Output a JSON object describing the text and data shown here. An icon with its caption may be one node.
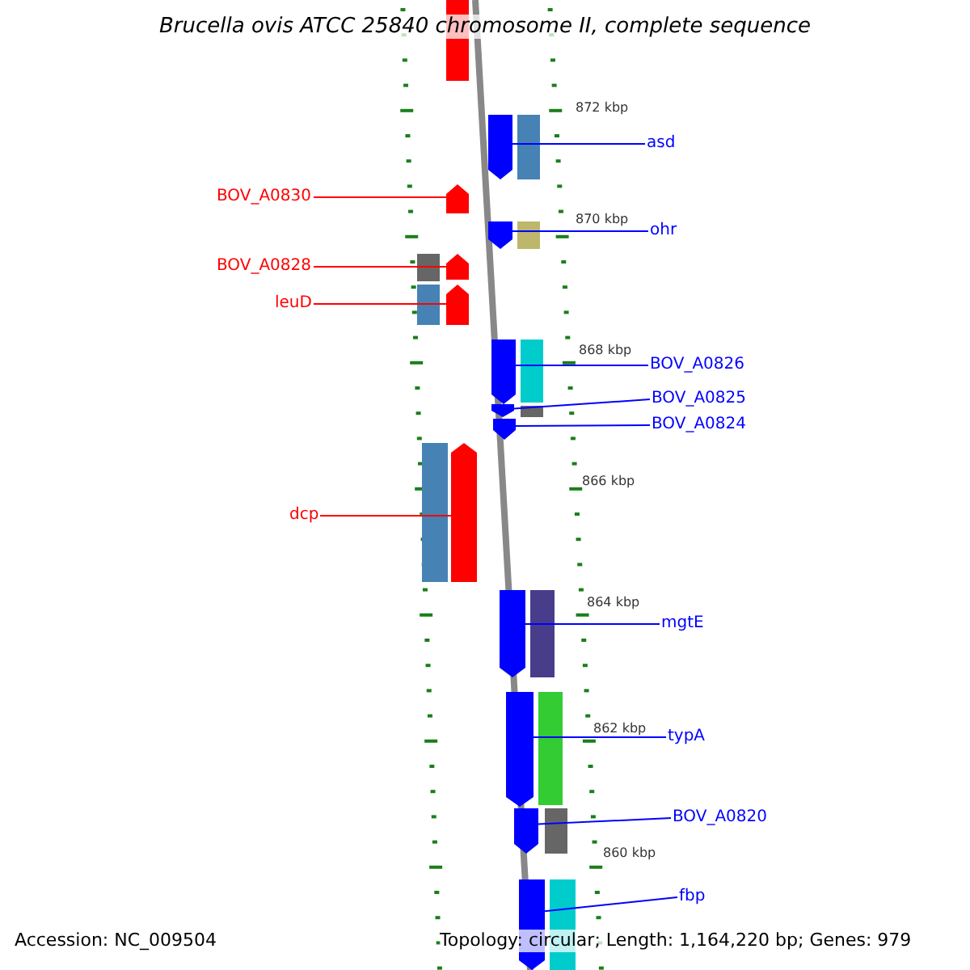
{
  "diagram": {
    "title": "Brucella ovis ATCC 25840 chromosome II, complete sequence",
    "nodes": [
      {
        "text": [
          "asd"
        ]
      },
      {
        "text": [
          "BOV_A0830"
        ]
      },
      {
        "text": [
          "ohr"
        ]
      },
      {
        "text": [
          "BOV_A0828"
        ]
      },
      {
        "text": [
          "leuD"
        ]
      },
      {
        "text": [
          "BOV_A0826"
        ]
      },
      {
        "text": [
          "BOV_A0825"
        ]
      },
      {
        "text": [
          "BOV_A0824"
        ]
      },
      {
        "text": [
          "dcp"
        ]
      },
      {
        "text": [
          "mgtE"
        ]
      },
      {
        "text": [
          "typA"
        ]
      },
      {
        "text": [
          "BOV_A0820"
        ]
      },
      {
        "text": [
          "fbp"
        ]
      },
      {
        "text": [],
        "shape": "arrow"
      },
      {
        "text": [],
        "shape": "arrow"
      },
      {
        "text": [],
        "shape": "arrow"
      },
      {
        "text": [],
        "shape": "arrow"
      },
      {
        "text": [],
        "shape": "arrow"
      },
      {
        "text": [],
        "shape": "arrow"
      },
      {
        "text": [],
        "shape": "arrow"
      },
      {
        "text": [],
        "shape": "arrow"
      },
      {
        "text": [],
        "shape": "arrow"
      },
      {
        "text": [],
        "shape": "arrow"
      },
      {
        "text": [],
        "shape": "arrow"
      },
      {
        "text": [],
        "shape": "arrow"
      },
      {
        "text": [],
        "shape": "arrow"
      }
    ],
    "edges": [
      {
        "from": 0,
        "to": 13,
        "arrow": "none"
      },
      {
        "from": 1,
        "to": 14,
        "arrow": "none",
        "color": "#ff0000"
      },
      {
        "from": 2,
        "to": 15,
        "arrow": "none"
      },
      {
        "from": 3,
        "to": 16,
        "arrow": "none",
        "color": "#ff0000"
      },
      {
        "from": 4,
        "to": 17,
        "arrow": "none",
        "color": "#ff0000"
      },
      {
        "from": 5,
        "to": 18,
        "arrow": "none"
      },
      {
        "from": 6,
        "to": 19,
        "arrow": "none"
      },
      {
        "from": 7,
        "to": 20,
        "arrow": "none"
      },
      {
        "from": 8,
        "to": 21,
        "arrow": "none",
        "color": "#ff0000"
      },
      {
        "from": 9,
        "to": 22,
        "arrow": "none"
      },
      {
        "from": 10,
        "to": 23,
        "arrow": "none"
      },
      {
        "from": 11,
        "to": 24,
        "arrow": "none"
      },
      {
        "from": 12,
        "to": 25,
        "arrow": "none"
      }
    ],
    "labels": [
      "872 kbp",
      "870 kbp",
      "868 kbp",
      "866 kbp",
      "864 kbp",
      "862 kbp",
      "860 kbp",
      "Accession: NC_009504",
      "Topology: circular; Length: 1,164,220 bp; Genes: 979"
    ]
  }
}
